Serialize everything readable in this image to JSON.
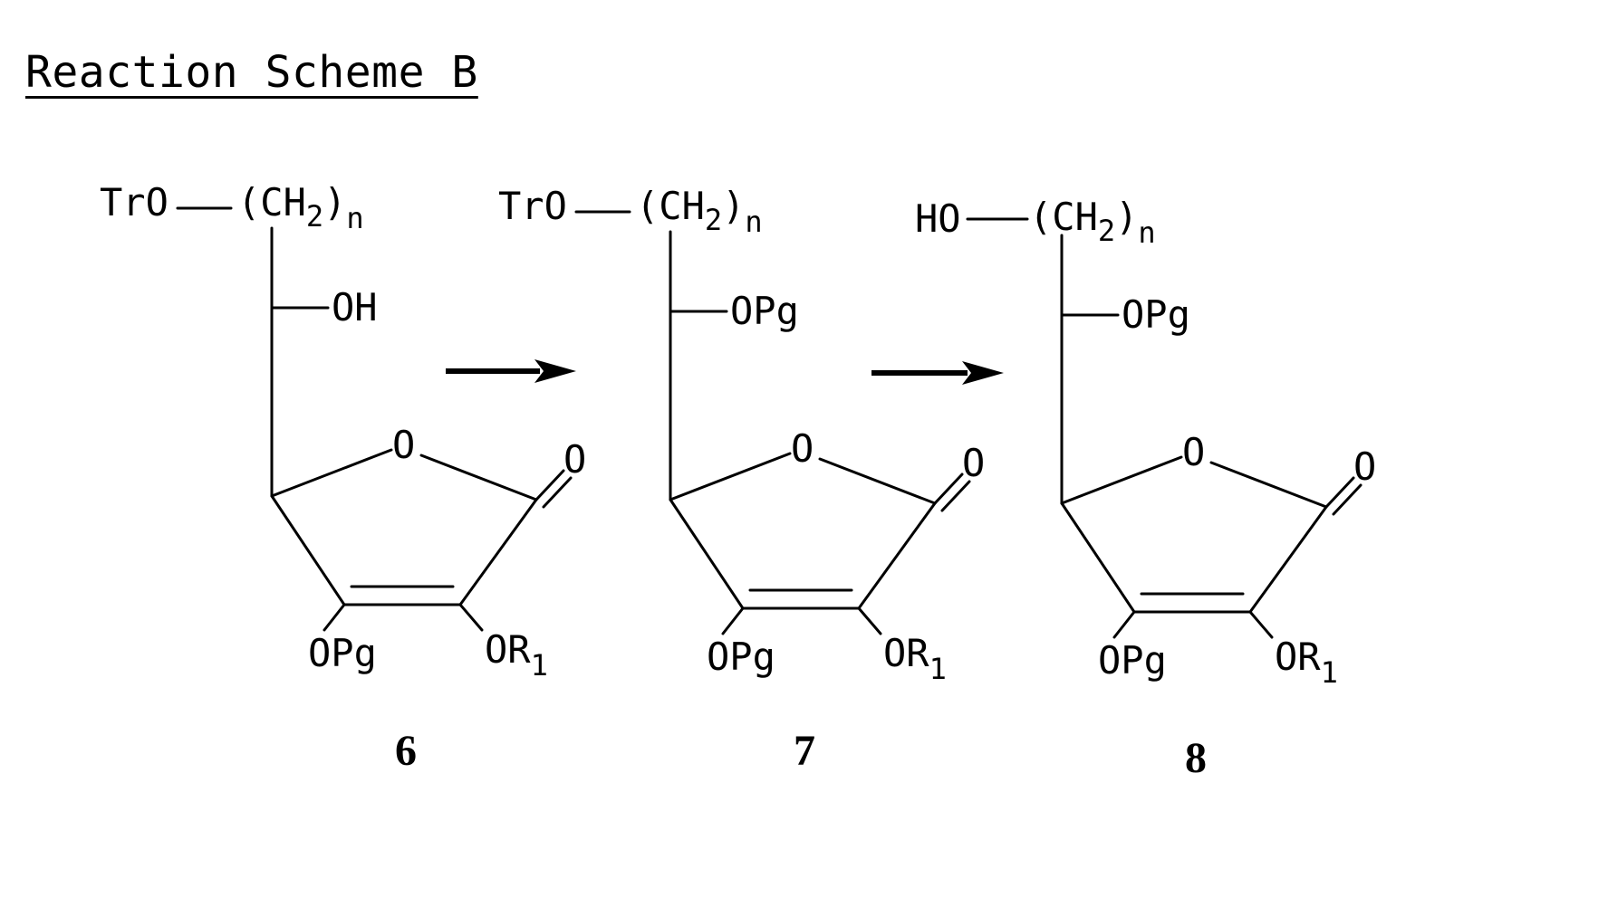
{
  "title": "Reaction Scheme B",
  "compounds": [
    {
      "number": "6",
      "top_group": "TrO",
      "chain": "(CH",
      "chain_sub": "2",
      "chain_close": ")",
      "chain_n": "n",
      "side_group": "OH",
      "ring_o": "O",
      "carbonyl_o": "O",
      "left_sub": "OPg",
      "right_sub": "OR",
      "right_sub_index": "1"
    },
    {
      "number": "7",
      "top_group": "TrO",
      "chain": "(CH",
      "chain_sub": "2",
      "chain_close": ")",
      "chain_n": "n",
      "side_group": "OPg",
      "ring_o": "O",
      "carbonyl_o": "O",
      "left_sub": "OPg",
      "right_sub": "OR",
      "right_sub_index": "1"
    },
    {
      "number": "8",
      "top_group": "HO",
      "chain": "(CH",
      "chain_sub": "2",
      "chain_close": ")",
      "chain_n": "n",
      "side_group": "OPg",
      "ring_o": "O",
      "carbonyl_o": "O",
      "left_sub": "OPg",
      "right_sub": "OR",
      "right_sub_index": "1"
    }
  ],
  "arrows": [
    {
      "label": ""
    },
    {
      "label": ""
    }
  ]
}
